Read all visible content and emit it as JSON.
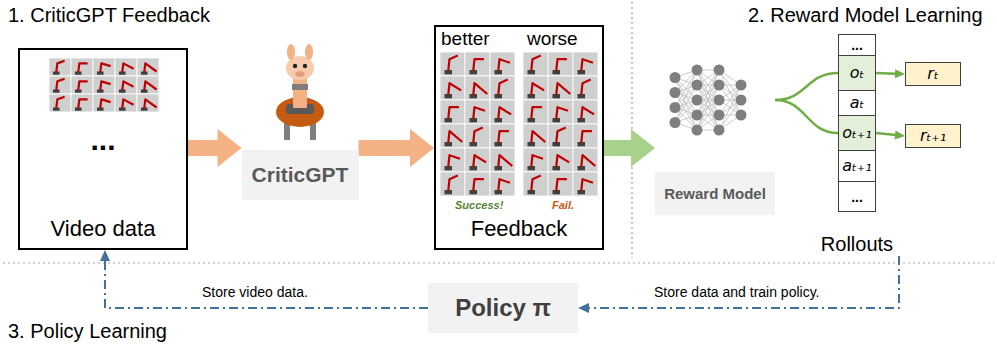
{
  "diagram": {
    "nodes": [
      {
        "text": [
          "...",
          "Video data"
        ]
      },
      {
        "text": [
          "CriticGPT"
        ]
      },
      {
        "text": [
          "Feedback"
        ]
      },
      {
        "text": [
          "Reward Model"
        ]
      },
      {
        "text": [
          "Rollouts"
        ]
      },
      {
        "text": [
          "..."
        ],
        "in": 4
      },
      {
        "text": [
          "oₜ"
        ],
        "in": 4
      },
      {
        "text": [
          "aₜ"
        ],
        "in": 4
      },
      {
        "text": [
          "oₜ₊₁"
        ],
        "in": 4
      },
      {
        "text": [
          "aₜ₊₁"
        ],
        "in": 4
      },
      {
        "text": [
          "..."
        ],
        "in": 4
      },
      {
        "text": [
          "rₜ"
        ]
      },
      {
        "text": [
          "rₜ₊₁"
        ]
      },
      {
        "text": [
          "Policy π"
        ]
      }
    ],
    "edges": [
      {
        "from": 0,
        "to": 1,
        "arrow": "to"
      },
      {
        "from": 1,
        "to": 2,
        "arrow": "to"
      },
      {
        "from": 2,
        "to": 3,
        "arrow": "to"
      },
      {
        "from": 3,
        "to": 6,
        "arrow": "none"
      },
      {
        "from": 6,
        "to": 11,
        "arrow": "to"
      },
      {
        "from": 3,
        "to": 8,
        "arrow": "none"
      },
      {
        "from": 8,
        "to": 12,
        "arrow": "to"
      },
      {
        "from": 4,
        "to": 13,
        "arrow": "to",
        "label": "Store data and train policy."
      },
      {
        "from": 13,
        "to": 0,
        "arrow": "to",
        "label": "Store video data."
      }
    ],
    "labels": [
      "1. CriticGPT Feedback",
      "2. Reward Model Learning",
      "better",
      "worse",
      "Success!",
      "Fail.",
      "3. Policy Learning"
    ]
  }
}
